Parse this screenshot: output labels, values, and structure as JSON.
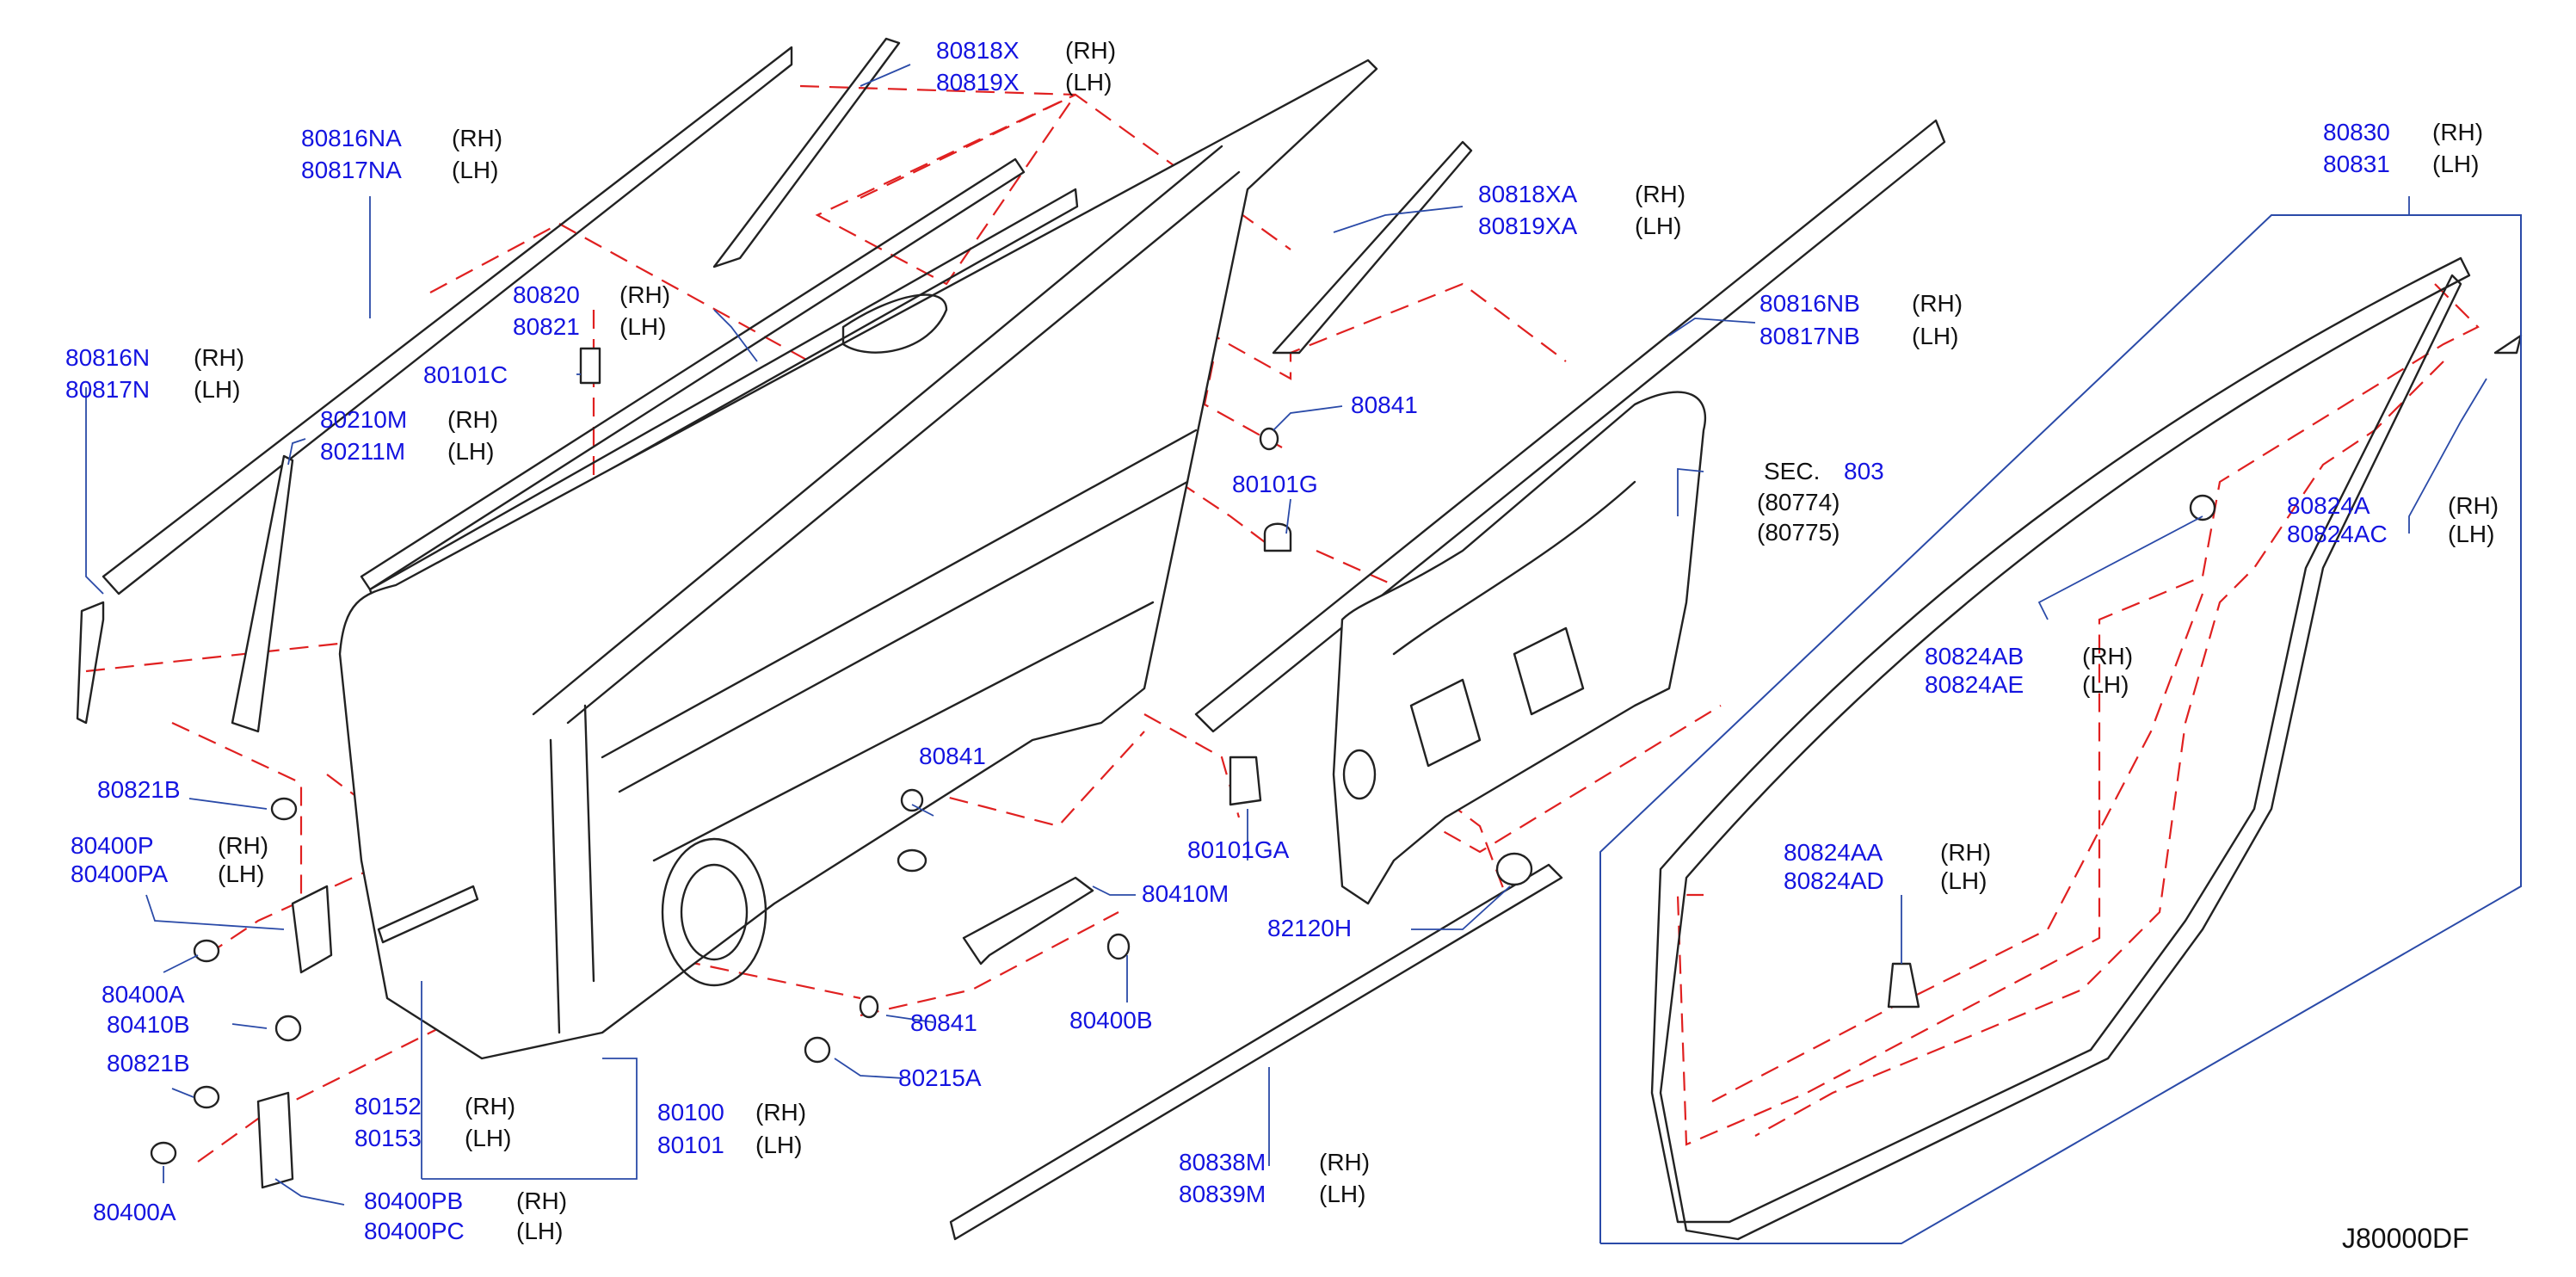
{
  "diagram_code": "J80000DF",
  "side_labels": {
    "rh": "(RH)",
    "lh": "(LH)"
  },
  "sec_reference": {
    "label": "SEC.",
    "number": "803",
    "refs": [
      "(80774)",
      "(80775)"
    ]
  },
  "callouts": {
    "c80816NA": {
      "rh": "80816NA",
      "lh": "80817NA"
    },
    "c80816N": {
      "rh": "80816N",
      "lh": "80817N"
    },
    "c80818X": {
      "rh": "80818X",
      "lh": "80819X"
    },
    "c80820": {
      "rh": "80820",
      "lh": "80821"
    },
    "c80101C": {
      "single": "80101C"
    },
    "c80210M": {
      "rh": "80210M",
      "lh": "80211M"
    },
    "c80818XA": {
      "rh": "80818XA",
      "lh": "80819XA"
    },
    "c80841_top": {
      "single": "80841"
    },
    "c80101G": {
      "single": "80101G"
    },
    "c80816NB": {
      "rh": "80816NB",
      "lh": "80817NB"
    },
    "c80830": {
      "rh": "80830",
      "lh": "80831"
    },
    "c80824A": {
      "rh": "80824A",
      "lh": "80824AC"
    },
    "c80824AB": {
      "rh": "80824AB",
      "lh": "80824AE"
    },
    "c80821B_top": {
      "single": "80821B"
    },
    "c80400P": {
      "rh": "80400P",
      "lh": "80400PA"
    },
    "c80400A_top": {
      "single": "80400A"
    },
    "c80410B": {
      "single": "80410B"
    },
    "c80821B_bottom": {
      "single": "80821B"
    },
    "c80400A_bottom": {
      "single": "80400A"
    },
    "c80400PB": {
      "rh": "80400PB",
      "lh": "80400PC"
    },
    "c80152": {
      "rh": "80152",
      "lh": "80153"
    },
    "c80100": {
      "rh": "80100",
      "lh": "80101"
    },
    "c80841_mid": {
      "single": "80841"
    },
    "c80841_low": {
      "single": "80841"
    },
    "c80215A": {
      "single": "80215A"
    },
    "c80101GA": {
      "single": "80101GA"
    },
    "c80410M": {
      "single": "80410M"
    },
    "c80400B": {
      "single": "80400B"
    },
    "c82120H": {
      "single": "82120H"
    },
    "c80838M": {
      "rh": "80838M",
      "lh": "80839M"
    },
    "c80824AA": {
      "rh": "80824AA",
      "lh": "80824AD"
    }
  }
}
